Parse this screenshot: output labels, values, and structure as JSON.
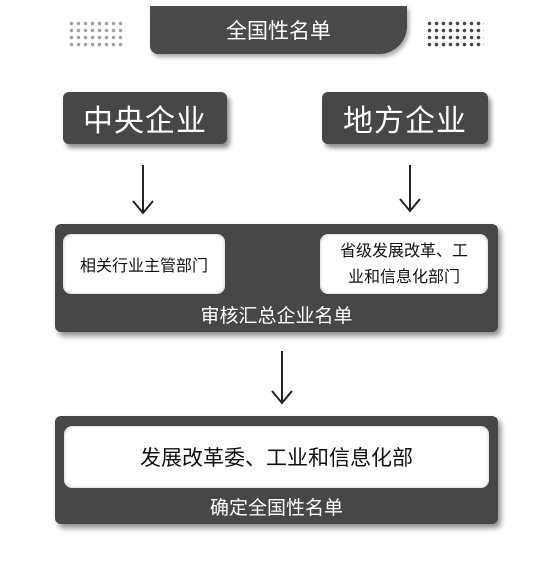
{
  "title": "全国性名单",
  "sources": {
    "central": "中央企业",
    "local": "地方企业"
  },
  "review": {
    "industry_dept": "相关行业主管部门",
    "provincial_dept_line1": "省级发展改革、工",
    "provincial_dept_line2": "业和信息化部门",
    "label": "审核汇总企业名单"
  },
  "confirm": {
    "authority": "发展改革委、工业和信息化部",
    "label": "确定全国性名单"
  },
  "colors": {
    "box_fill": "#474747",
    "inner_fill": "#ffffff",
    "text_dark": "#111111",
    "text_light": "#ffffff"
  }
}
